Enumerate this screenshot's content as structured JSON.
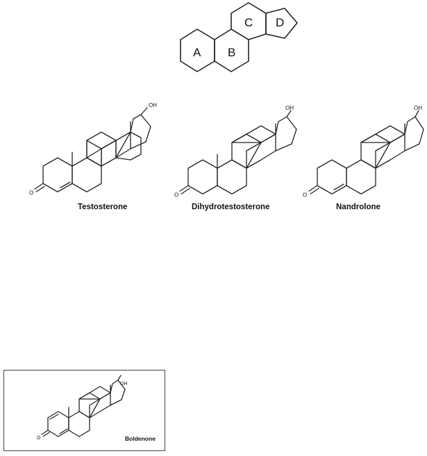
{
  "scaffold": {
    "rings": [
      "A",
      "B",
      "C",
      "D"
    ]
  },
  "molecules": [
    {
      "name": "Testosterone",
      "hydroxyl": "OH",
      "ketone_oxygen": "O"
    },
    {
      "name": "Dihydrotestosterone",
      "hydroxyl": "OH",
      "ketone_oxygen": "O"
    },
    {
      "name": "Nandrolone",
      "hydroxyl": "OH",
      "ketone_oxygen": "O"
    }
  ],
  "boxed_molecule": {
    "name": "Boldenone",
    "hydroxyl": "OH",
    "ketone_oxygen": "O"
  }
}
